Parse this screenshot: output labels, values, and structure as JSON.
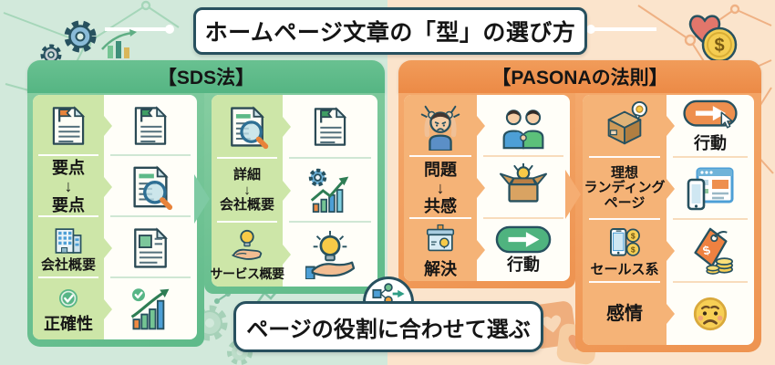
{
  "title": "ホームページ文章の「型」の選び方",
  "banner": {
    "label": "ページの役割に合わせて選ぶ",
    "icon": "flowchart-icon"
  },
  "colors": {
    "bg_left": "#d2e9db",
    "bg_right": "#fbe4cc",
    "sds_green": "#58b886",
    "sds_cell_green": "#cde6a8",
    "pasona_orange": "#ee8e4e",
    "pasona_cell_orange": "#f5b377",
    "outline_navy": "#27505e"
  },
  "sds": {
    "header": "【SDS法】",
    "sub1": {
      "rows": [
        {
          "icon_left": "document-flag-orange-icon",
          "icon_right": "document-flag-green-icon"
        },
        {
          "label": "要点\n↓\n要点",
          "icon_right": "document-magnifier-icon"
        },
        {
          "icon_left": "office-building-icon",
          "label": "会社概要",
          "icon_right": "document-lines-icon"
        },
        {
          "icon_left": "check-circle-icon",
          "label": "正確性",
          "icon_right": "growth-bar-chart-icon"
        }
      ]
    },
    "sub2": {
      "rows": [
        {
          "icon_left": "document-magnifier-icon",
          "icon_right": "document-flag-green-icon"
        },
        {
          "label": "詳細\n↓\n会社概要",
          "icon_right": "gear-line-chart-icon"
        },
        {
          "icon_left": "hand-lightbulb-icon",
          "label": "サービス概要",
          "icon_right": "lightbulb-hand-icon"
        }
      ]
    }
  },
  "pasona": {
    "header": "【PASONAの法則】",
    "sub1": {
      "rows": [
        {
          "icon_left": "stressed-person-icon",
          "icon_right": "handshake-icon"
        },
        {
          "label": "問題\n↓\n共感",
          "icon_right": "open-box-lightbulb-icon"
        },
        {
          "icon_left": "box-lightbulb-icon",
          "label": "解決",
          "icon_right": "arrow-button-green-icon",
          "right_label": "行動"
        }
      ]
    },
    "sub2": {
      "rows": [
        {
          "icon_left": "cardboard-box-idea-icon",
          "icon_right": "arrow-button-click-icon",
          "right_label": "行動"
        },
        {
          "label": "理想\nランディング\nページ",
          "icon_right": "browser-phone-icon"
        },
        {
          "icon_left": "phone-money-icon",
          "label": "セールス系",
          "icon_right": "price-tag-coins-icon"
        },
        {
          "label": "感情",
          "icon_right": "worried-face-icon"
        }
      ]
    }
  }
}
